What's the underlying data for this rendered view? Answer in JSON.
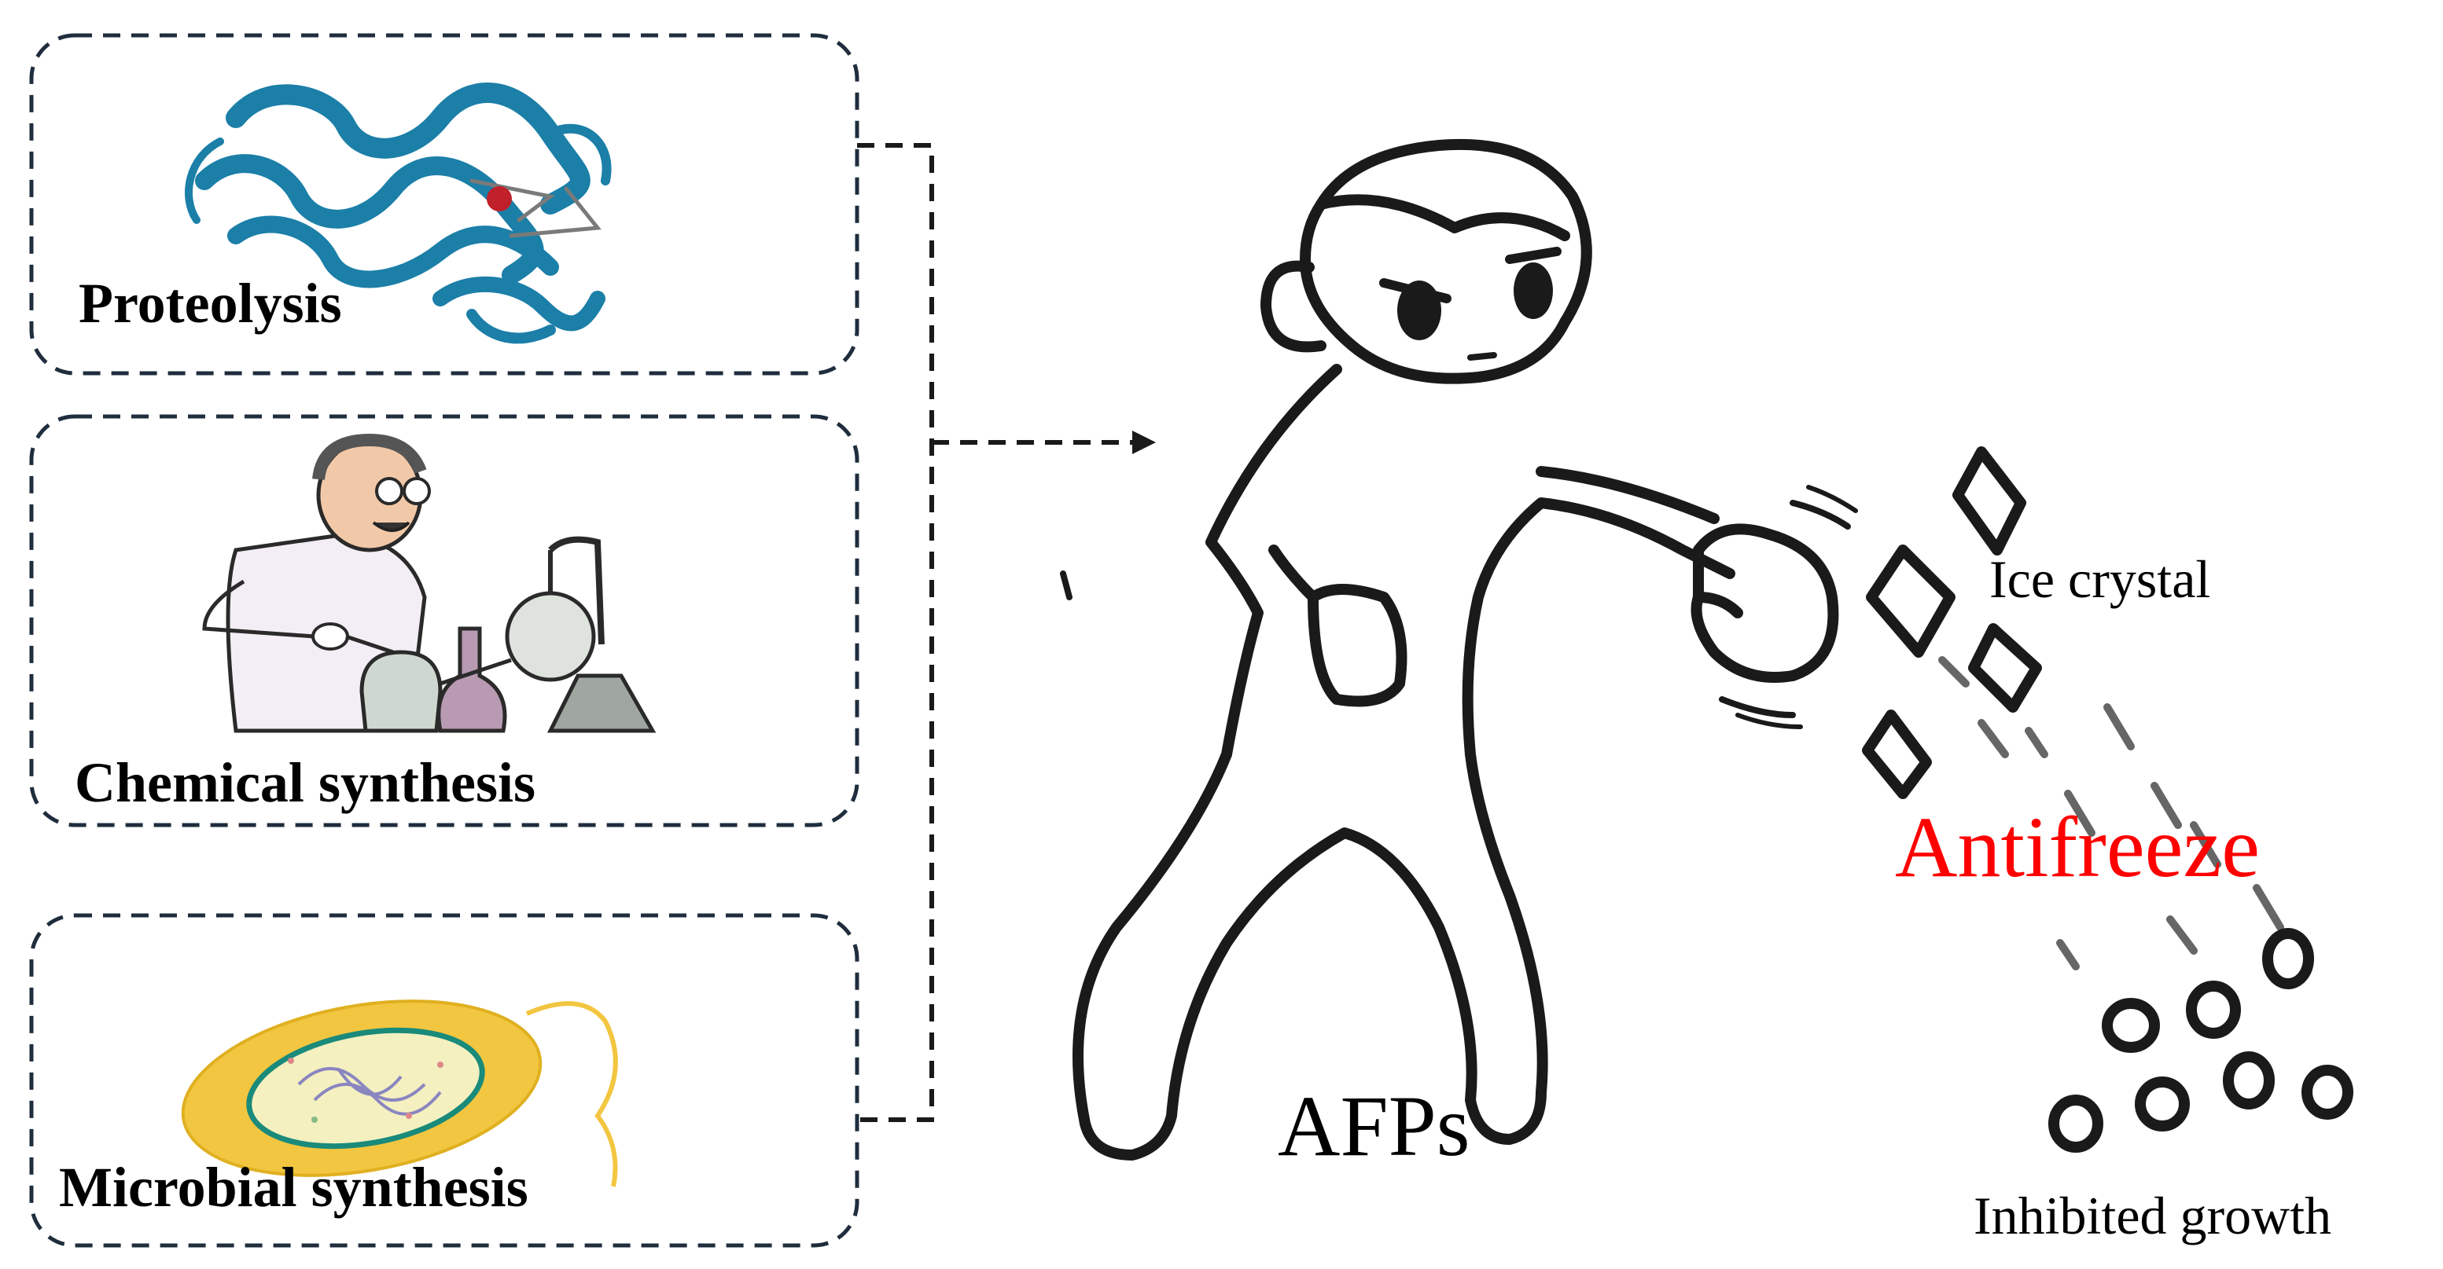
{
  "sources": {
    "proteolysis": {
      "label": "Proteolysis",
      "image_icon": "protein-ribbon-icon"
    },
    "chemical": {
      "label": "Chemical synthesis",
      "image_icon": "scientist-lab-icon"
    },
    "microbial": {
      "label": "Microbial synthesis",
      "image_icon": "bacterium-icon"
    }
  },
  "central": {
    "label": "AFPs",
    "image_icon": "boxer-figure-icon"
  },
  "effects": {
    "ice_crystal_label": "Ice crystal",
    "antifreeze_label": "Antifreeze",
    "inhibited_label": "Inhibited growth"
  },
  "colors": {
    "box_border": "#1f2d3d",
    "protein": "#1b7fa8",
    "antifreeze": "#ff0000",
    "bacterium_outer": "#f2c640",
    "bacterium_inner": "#f4f0c0",
    "bacterium_membrane": "#1a8a7a",
    "line": "#1a1a1a"
  }
}
